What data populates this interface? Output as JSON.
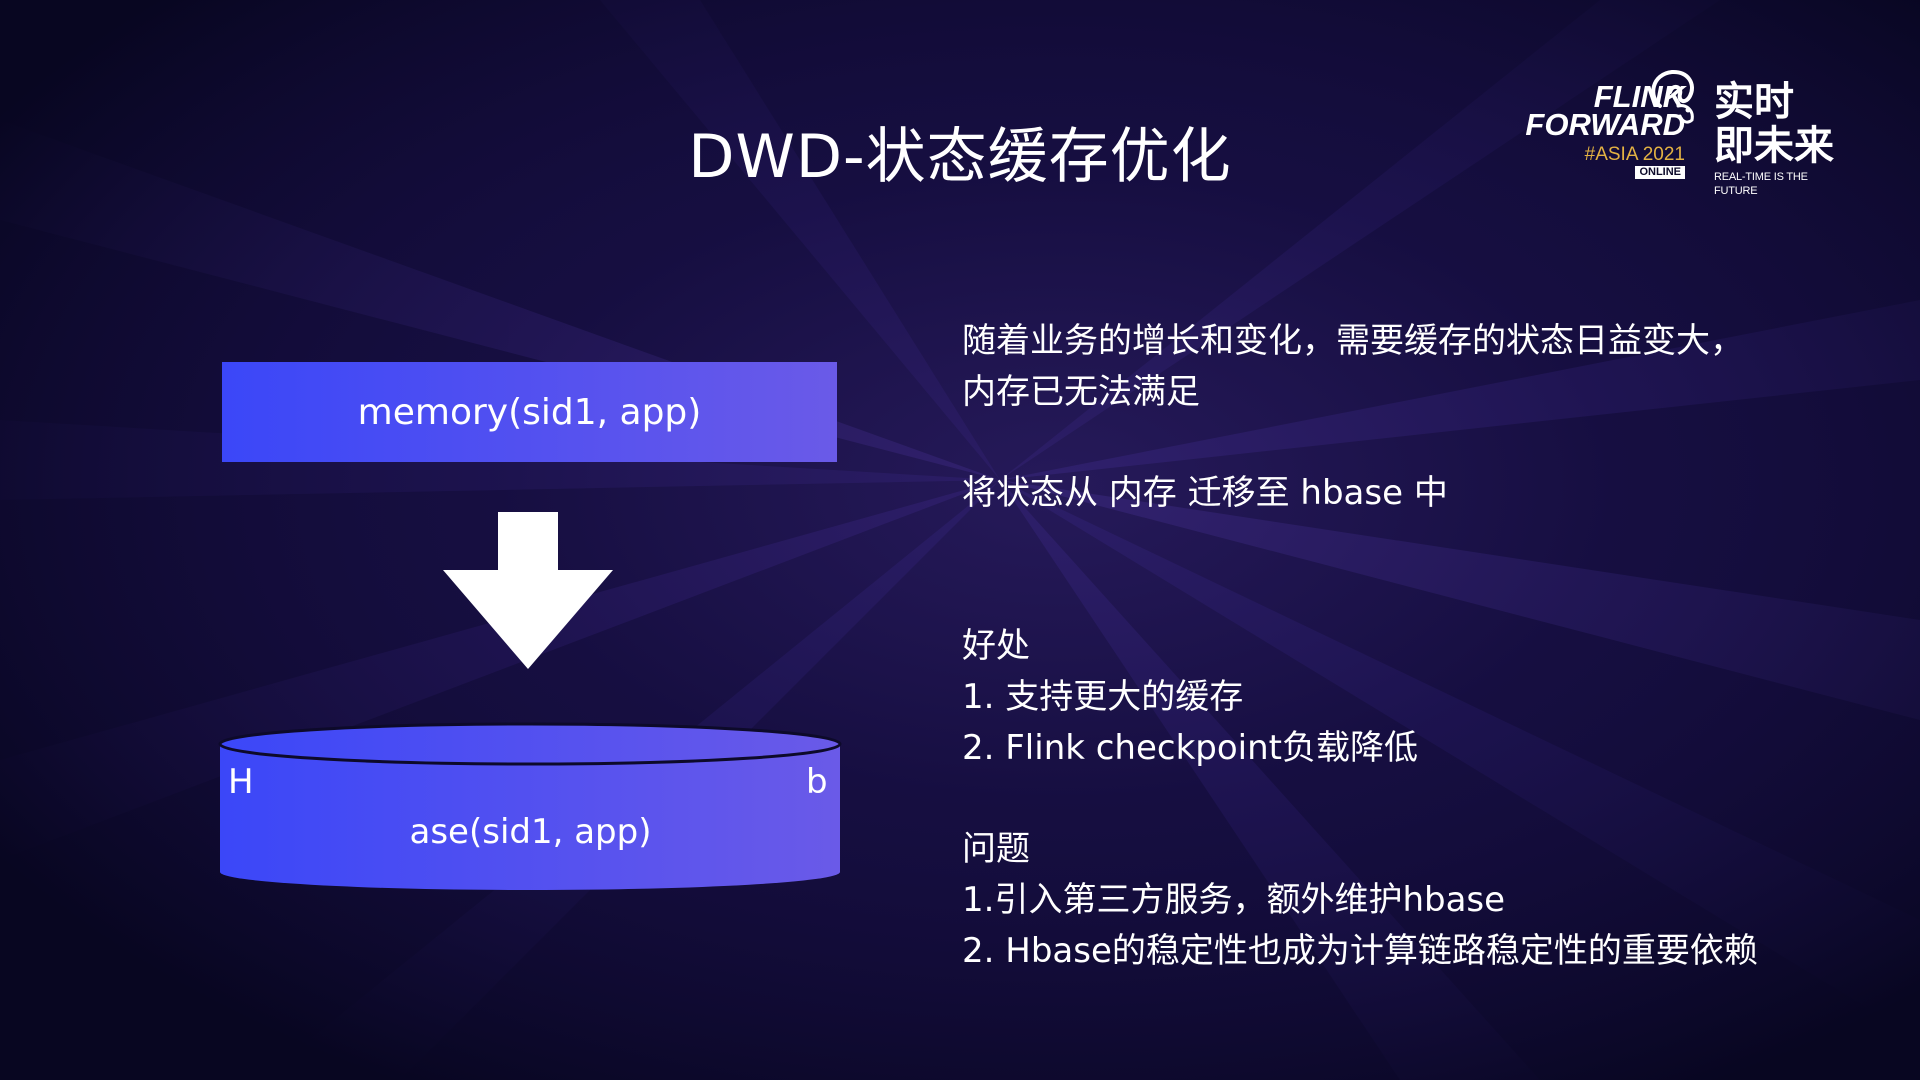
{
  "slide": {
    "title": "DWD-状态缓存优化"
  },
  "logo": {
    "line1": "FLINK",
    "line2": "FORWARD",
    "event": "#ASIA 2021",
    "badge": "ONLINE",
    "cn_line1": "实时",
    "cn_line2": "即未来",
    "tagline": "REAL-TIME IS THE FUTURE"
  },
  "diagram": {
    "memory_box": "memory(sid1, app)",
    "db_left_letter": "H",
    "db_right_letter": "b",
    "db_label": "ase(sid1, app)"
  },
  "content": {
    "intro_line1": "随着业务的增长和变化，需要缓存的状态日益变大，",
    "intro_line2": "内存已无法满足",
    "migration": "将状态从 内存 迁移至 hbase 中",
    "benefits_heading": "好处",
    "benefit_1": "1. 支持更大的缓存",
    "benefit_2": "2. Flink checkpoint负载降低",
    "problems_heading": "问题",
    "problem_1": "1.引入第三方服务，额外维护hbase",
    "problem_2": "2. Hbase的稳定性也成为计算链路稳定性的重要依赖"
  },
  "colors": {
    "background": "#0d0a2a",
    "box_start": "#3b47f8",
    "box_end": "#6a5ae8",
    "accent_gold": "#e3b243",
    "text": "#ffffff"
  }
}
